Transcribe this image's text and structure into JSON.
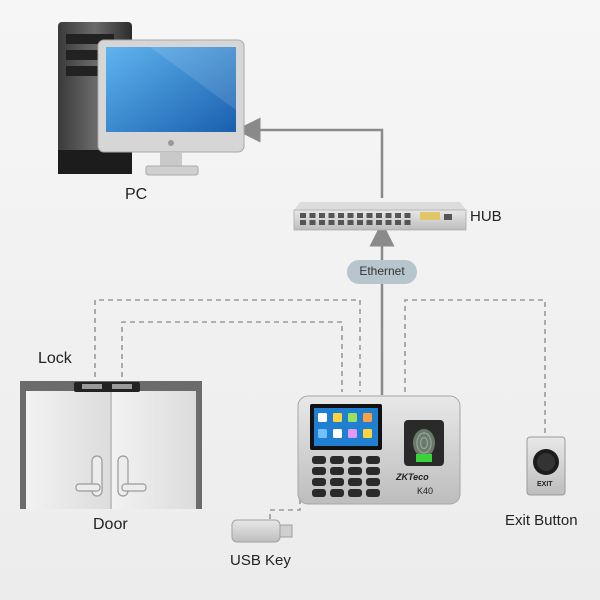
{
  "labels": {
    "pc": "PC",
    "hub": "HUB",
    "ethernet": "Ethernet",
    "lock": "Lock",
    "door": "Door",
    "usb_key": "USB Key",
    "exit_button": "Exit Button"
  },
  "device": {
    "brand": "ZKTeco",
    "model": "K40"
  },
  "exit_button_text": "EXIT",
  "colors": {
    "solid_line": "#8a8a8a",
    "dashed_line": "#9a9a9a",
    "ethernet_pill": "#b7c6cc",
    "screen_blue": "#1f7fd0",
    "device_silver": "#cfcfcf"
  },
  "icons": [
    "desktop-tower-icon",
    "monitor-icon",
    "network-switch-icon",
    "door-icon",
    "lock-icon",
    "usb-key-icon",
    "exit-button-icon",
    "terminal-device-icon",
    "fingerprint-sensor-icon"
  ]
}
